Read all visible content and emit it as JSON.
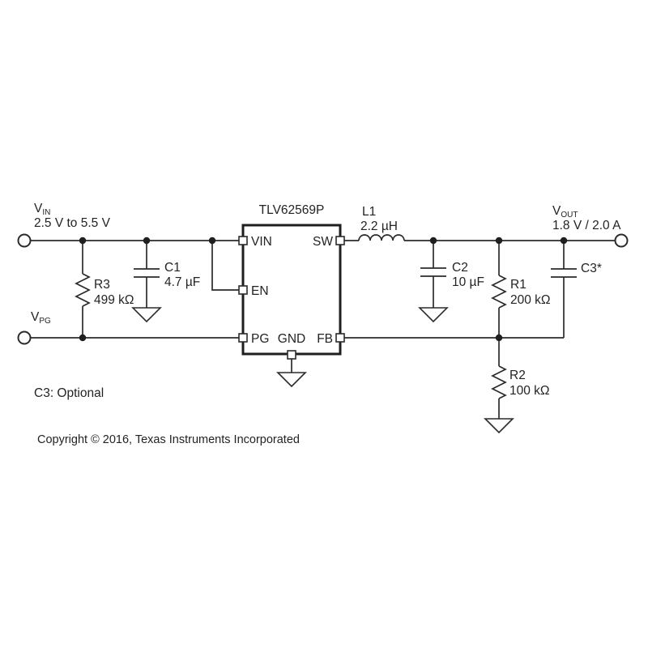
{
  "ic": {
    "part_number": "TLV62569P",
    "pins": {
      "vin": "VIN",
      "en": "EN",
      "pg": "PG",
      "gnd": "GND",
      "fb": "FB",
      "sw": "SW"
    }
  },
  "terminals": {
    "vin": {
      "symbol": "V",
      "subscript": "IN",
      "spec": "2.5 V to 5.5 V"
    },
    "vpg": {
      "symbol": "V",
      "subscript": "PG"
    },
    "vout": {
      "symbol": "V",
      "subscript": "OUT",
      "spec": "1.8 V / 2.0 A"
    }
  },
  "components": {
    "r3": {
      "ref": "R3",
      "value": "499 kΩ"
    },
    "c1": {
      "ref": "C1",
      "value": "4.7 µF"
    },
    "l1": {
      "ref": "L1",
      "value": "2.2 µH"
    },
    "c2": {
      "ref": "C2",
      "value": "10 µF"
    },
    "r1": {
      "ref": "R1",
      "value": "200 kΩ"
    },
    "c3": {
      "ref": "C3*"
    },
    "r2": {
      "ref": "R2",
      "value": "100 kΩ"
    }
  },
  "notes": {
    "c3_note": "C3: Optional",
    "copyright": "Copyright © 2016, Texas Instruments Incorporated"
  },
  "colors": {
    "wire": "#2b2b2b",
    "text": "#232323",
    "background": "#ffffff"
  }
}
